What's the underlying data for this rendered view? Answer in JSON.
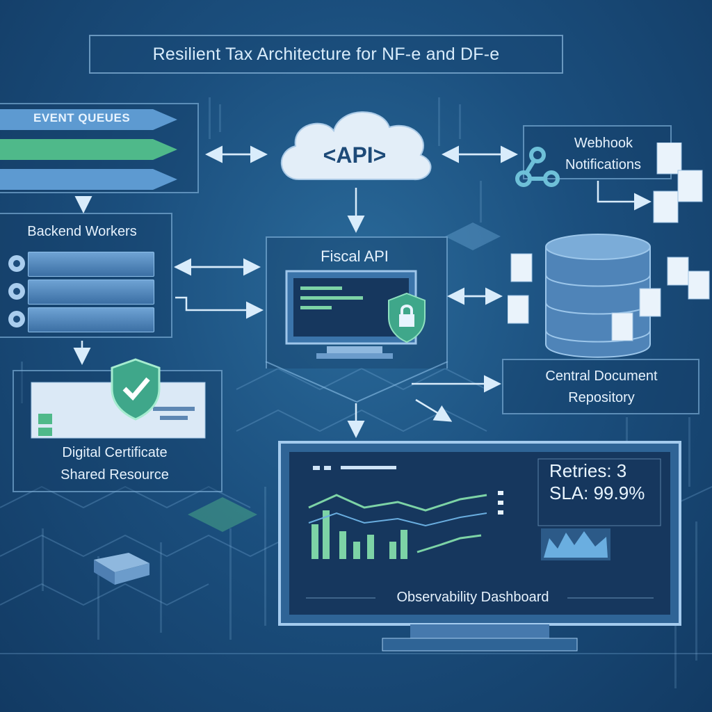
{
  "title": "Resilient Tax Architecture for NF-e and DF-e",
  "event_queues": {
    "label": "EVENT QUEUES"
  },
  "api_cloud": {
    "label": "<API>"
  },
  "webhook": {
    "label_line1": "Webhook",
    "label_line2": "Notifications"
  },
  "backend_workers": {
    "label": "Backend Workers"
  },
  "fiscal_api": {
    "label": "Fiscal API"
  },
  "central_repo": {
    "label_line1": "Central Document",
    "label_line2": "Repository"
  },
  "digital_certificate": {
    "label_line1": "Digital Certificate",
    "label_line2": "Shared Resource"
  },
  "dashboard": {
    "label": "Observability Dashboard",
    "retries_text": "Retries: 3",
    "sla_text": "SLA: 99.9%"
  },
  "colors": {
    "background": "#1b4f7e",
    "accent_green": "#4fc28a",
    "panel_border": "#96c8f0",
    "screen": "#16375e"
  },
  "icons": [
    "cloud-icon",
    "server-icon",
    "gear-icon",
    "monitor-icon",
    "lock-shield-icon",
    "database-icon",
    "document-icon",
    "webhook-icon",
    "certificate-icon",
    "check-shield-icon"
  ]
}
